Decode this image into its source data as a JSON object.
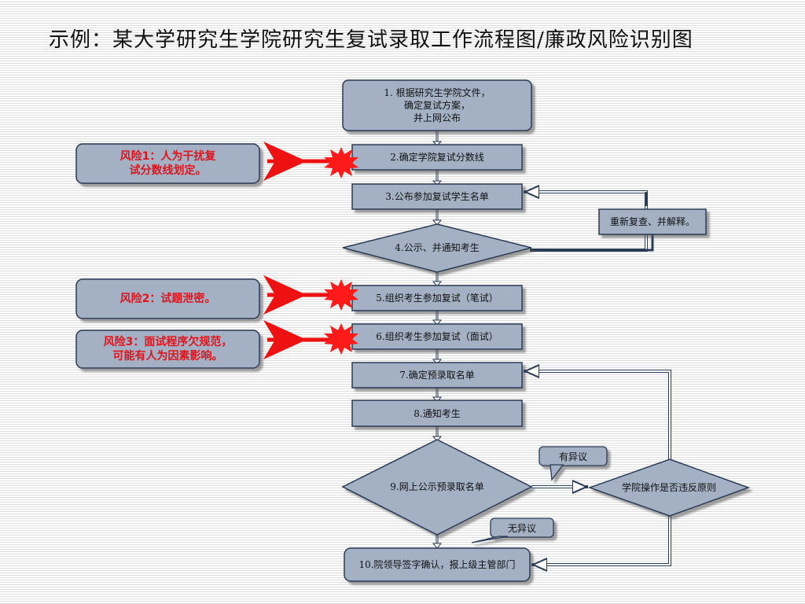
{
  "title": "示例：某大学研究生学院研究生复试录取工作流程图/廉政风险识别图",
  "steps": {
    "s1": "1. 根据研究生学院文件，\n确定复试方案，\n并上网公布",
    "s2": "2.确定学院复试分数线",
    "s3": "3.公布参加复试学生名单",
    "s4": "4.公示、并通知考生",
    "s5": "5.组织考生参加复试（笔试）",
    "s6": "6.组织考生参加复试（面试）",
    "s7": "7.确定预录取名单",
    "s8": "8.通知考生",
    "s9": "9.网上公示预录取名单",
    "s10": "10.院领导签字确认，报上级主管部门"
  },
  "side_nodes": {
    "review": "重新复查、并解释。",
    "decision": "学院操作是否违反原则"
  },
  "tags": {
    "objection": "有异议",
    "no_objection": "无异议"
  },
  "risks": {
    "r1": "风险1：人为干扰复\n试分数线划定。",
    "r2": "风险2：试题泄密。",
    "r3": "风险3：面试程序欠规范，\n可能有人为因素影响。"
  },
  "colors": {
    "node_fill": "#a4b1c4",
    "node_border": "#2a3b55",
    "risk_text": "#e0141c",
    "arrow_red": "#ee1111",
    "burst_red": "#ff1a1a"
  }
}
